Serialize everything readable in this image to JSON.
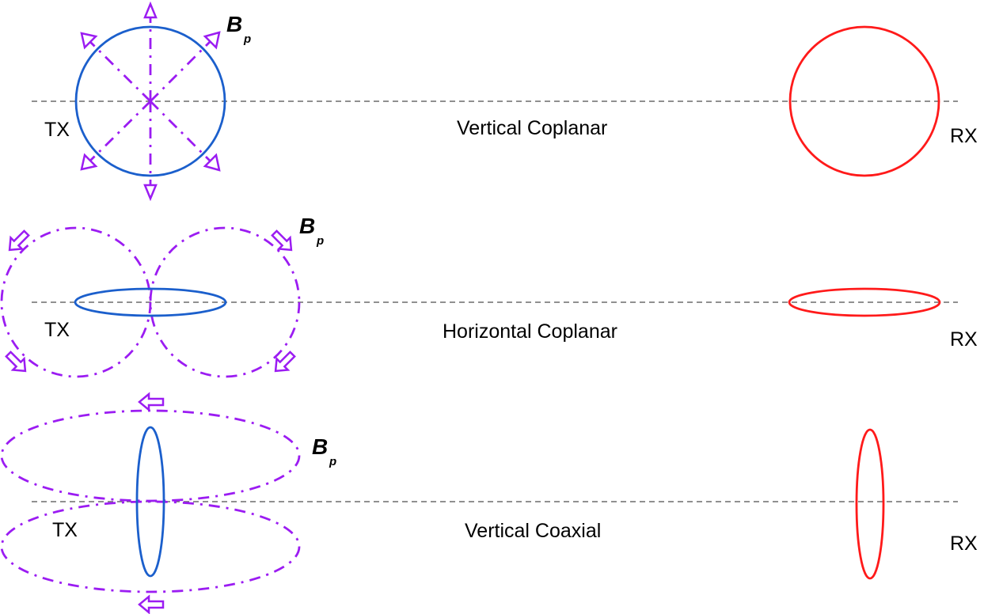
{
  "colors": {
    "tx_coil": "#1b5fcc",
    "rx_coil": "#ff1a1a",
    "field_lines": "#9b1cf2",
    "axis_line": "#6b6b6b",
    "text": "#000000"
  },
  "panels": [
    {
      "id": "vertical-coplanar",
      "title": "Vertical Coplanar",
      "tx_label": "TX",
      "rx_label": "RX",
      "field_label": "B",
      "field_label_sub": "p",
      "tx_orientation": "vertical-circle",
      "field_pattern": "radial"
    },
    {
      "id": "horizontal-coplanar",
      "title": "Horizontal Coplanar",
      "tx_label": "TX",
      "rx_label": "RX",
      "field_label": "B",
      "field_label_sub": "p",
      "tx_orientation": "horizontal-flat",
      "field_pattern": "two-side-loops"
    },
    {
      "id": "vertical-coaxial",
      "title": "Vertical Coaxial",
      "tx_label": "TX",
      "rx_label": "RX",
      "field_label": "B",
      "field_label_sub": "p",
      "tx_orientation": "vertical-edge-on",
      "field_pattern": "top-bottom-loops"
    }
  ]
}
